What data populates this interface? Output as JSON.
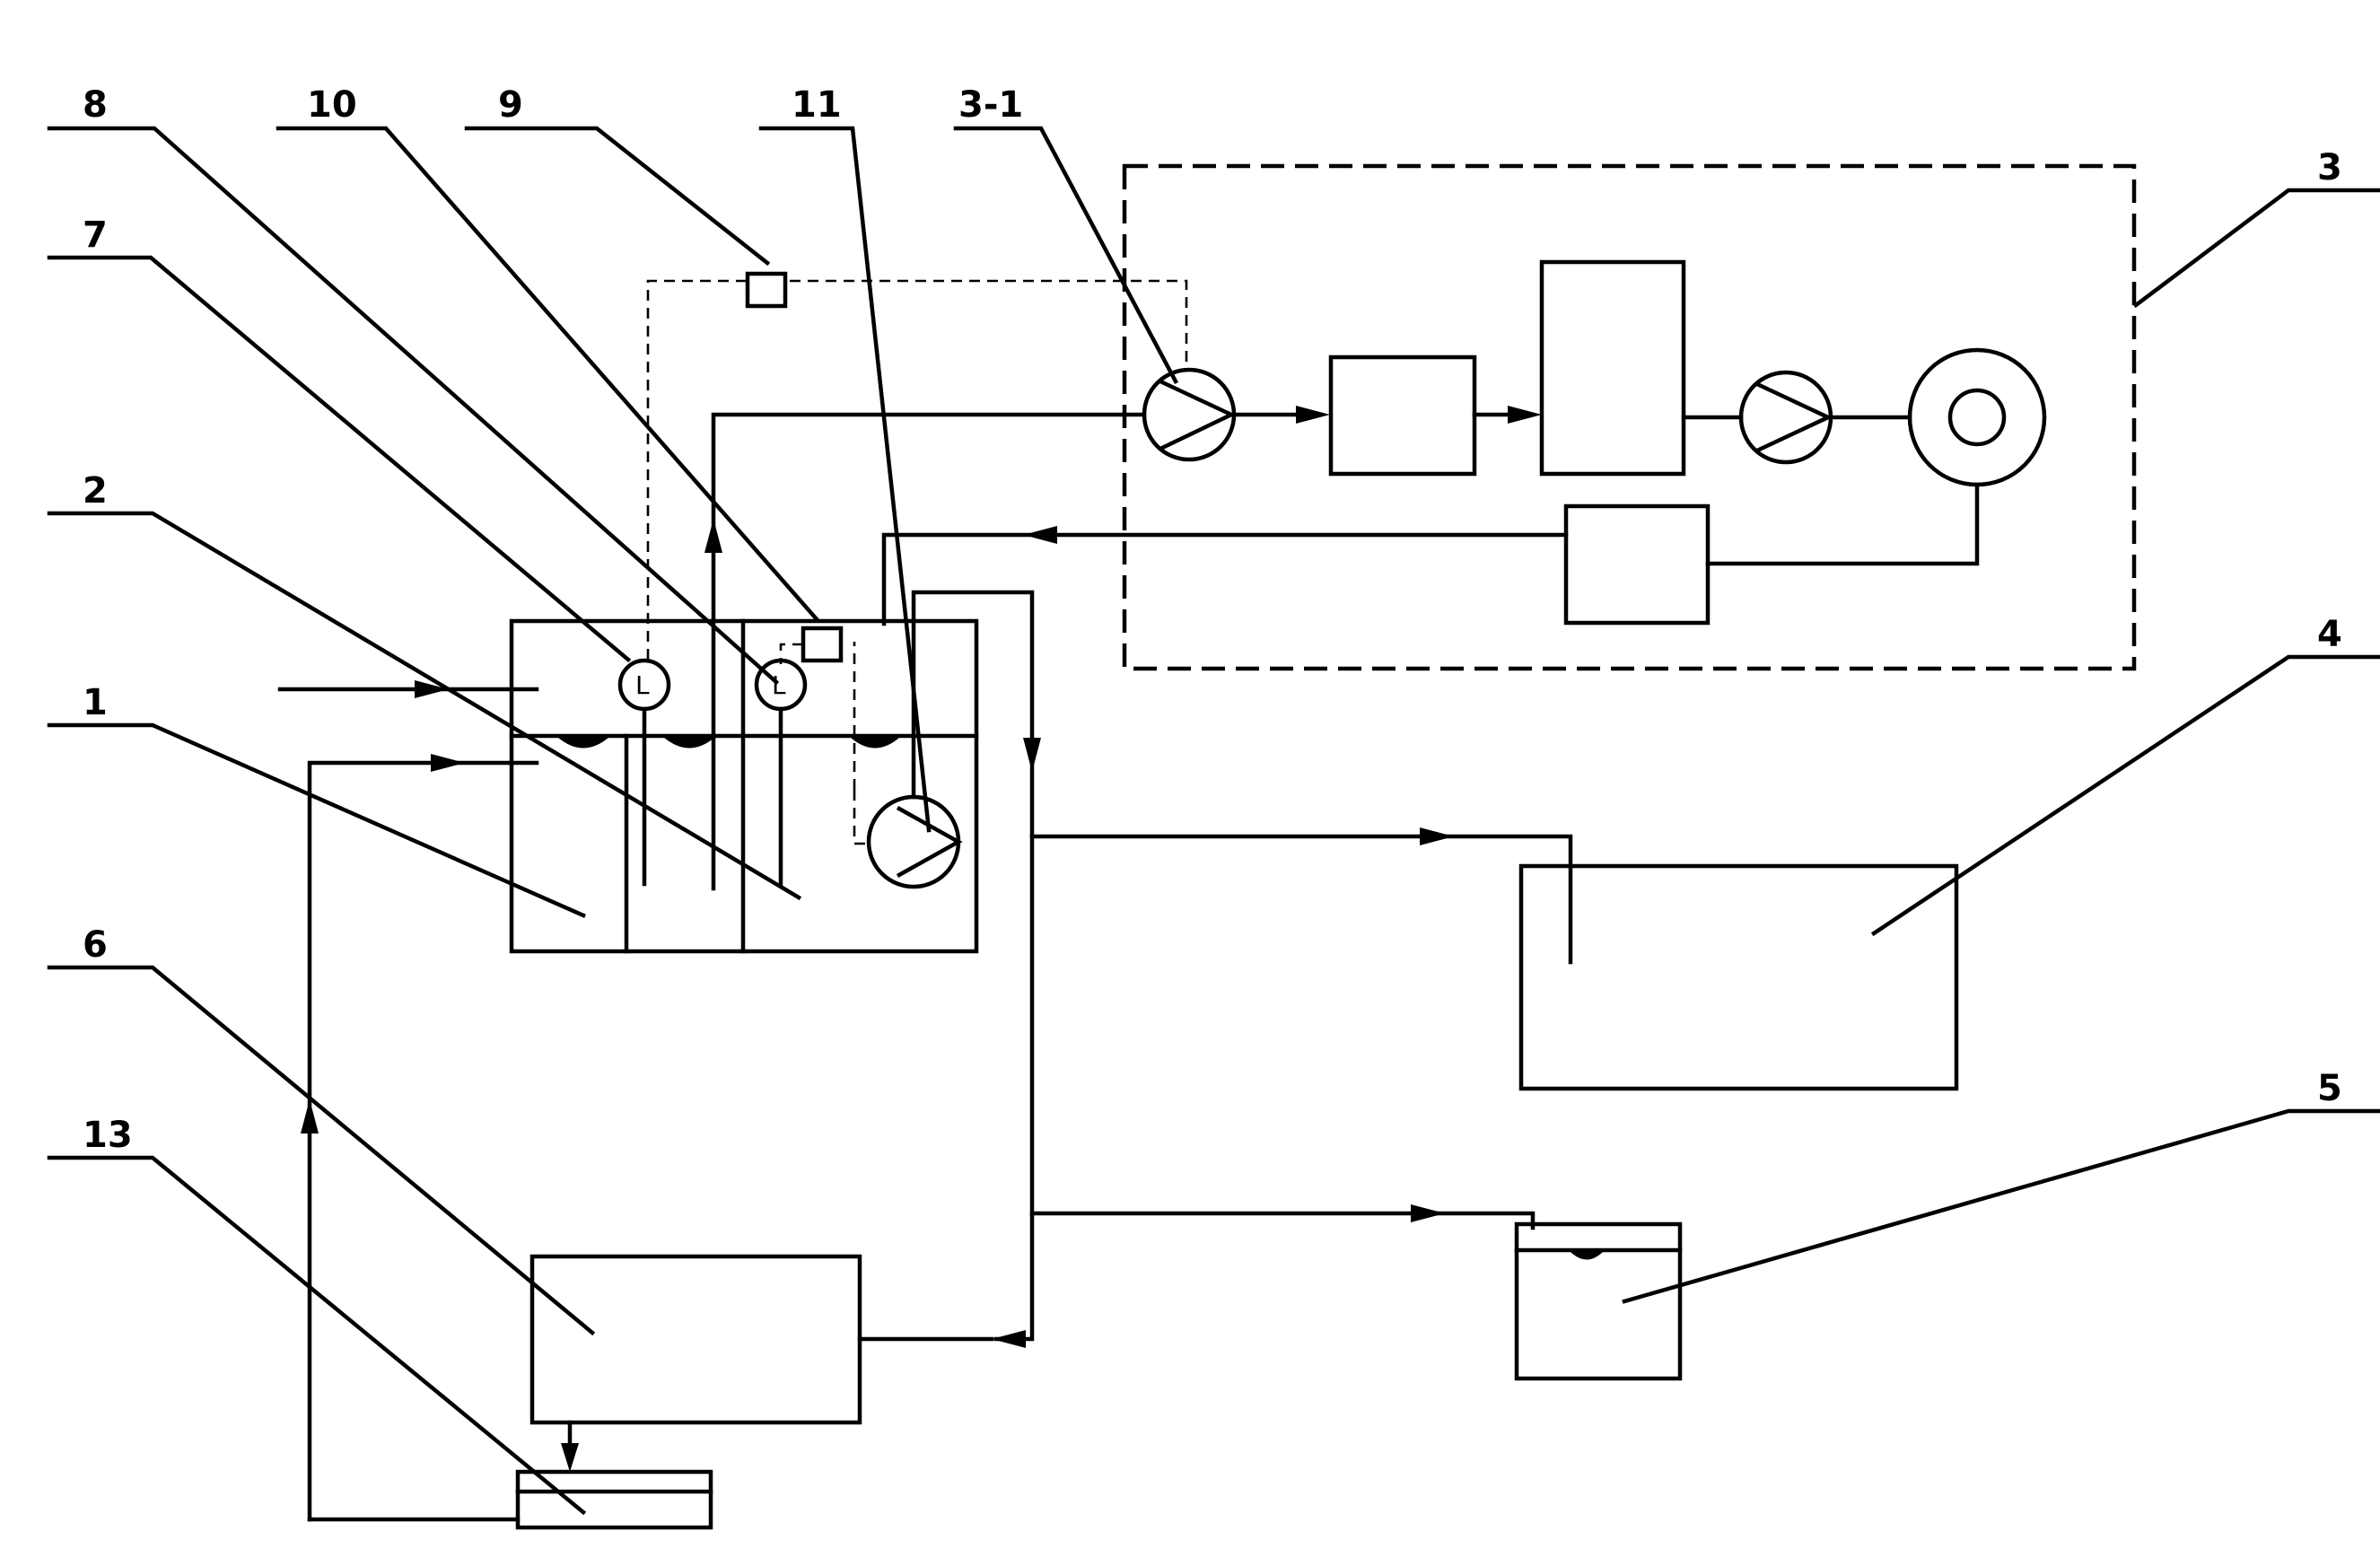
{
  "labels": [
    {
      "id": "8",
      "text": "8"
    },
    {
      "id": "10",
      "text": "10"
    },
    {
      "id": "9",
      "text": "9"
    },
    {
      "id": "11",
      "text": "11"
    },
    {
      "id": "3-1",
      "text": "3-1"
    },
    {
      "id": "3",
      "text": "3"
    },
    {
      "id": "7",
      "text": "7"
    },
    {
      "id": "2",
      "text": "2"
    },
    {
      "id": "1",
      "text": "1"
    },
    {
      "id": "4",
      "text": "4"
    },
    {
      "id": "6",
      "text": "6"
    },
    {
      "id": "5",
      "text": "5"
    },
    {
      "id": "13",
      "text": "13"
    }
  ],
  "gauge_symbol": "L"
}
